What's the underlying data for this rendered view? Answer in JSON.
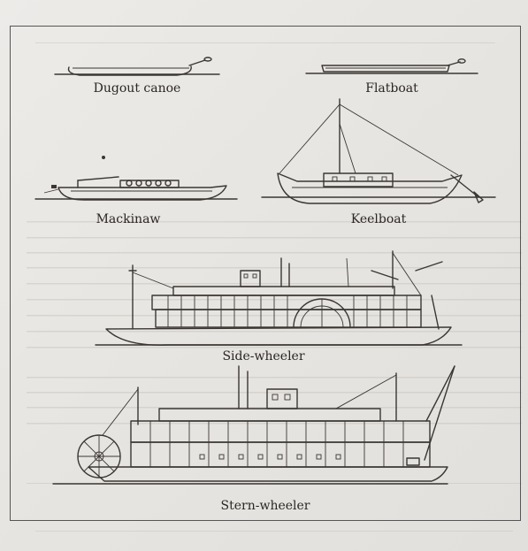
{
  "labels": {
    "dugout": "Dugout canoe",
    "flatboat": "Flatboat",
    "mackinaw": "Mackinaw",
    "keelboat": "Keelboat",
    "sidewheeler": "Side-wheeler",
    "sternwheeler": "Stern-wheeler"
  },
  "colors": {
    "paper": "#e9e7e4",
    "ink": "#3a3633",
    "frame": "#555555",
    "bleed": "#b9b6b1"
  }
}
